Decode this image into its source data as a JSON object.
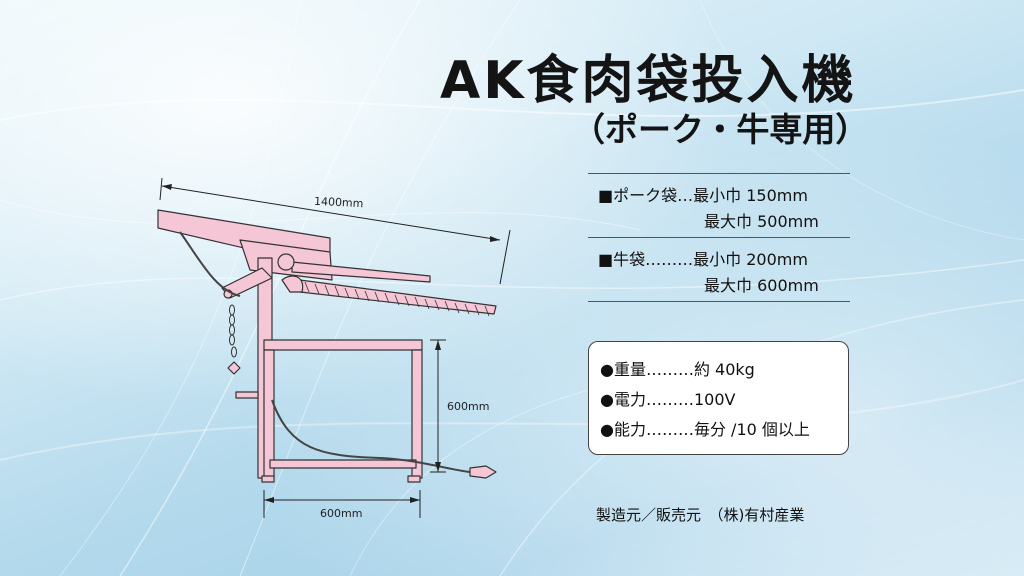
{
  "title": "AK食肉袋投入機",
  "subtitle": "（ポーク・牛専用）",
  "specs": {
    "pork_line1": "■ポーク袋…最小巾 150mm",
    "pork_line2": "最大巾 500mm",
    "beef_line1": "■牛袋………最小巾 200mm",
    "beef_line2": "最大巾 600mm"
  },
  "info": {
    "weight": "●重量………約 40kg",
    "power": "●電力………100V",
    "capacity": "●能力………毎分 /10 個以上"
  },
  "maker": "製造元／販売元　（株)有村産業",
  "dimensions": {
    "length": "1400mm",
    "height": "600mm",
    "width": "600mm"
  },
  "colors": {
    "machine_fill": "#f4c6d6",
    "machine_stroke": "#333333",
    "background": "#b3d9ec"
  }
}
